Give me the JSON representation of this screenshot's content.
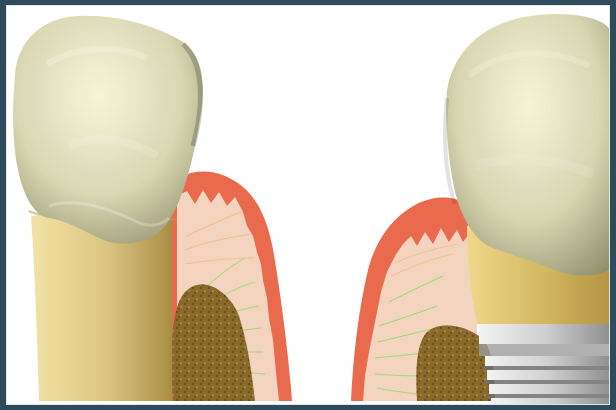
{
  "scene": {
    "description_items": [
      "natural-tooth",
      "gum-tissue-left",
      "gum-tissue-right",
      "bone-left",
      "bone-right",
      "implant-crown",
      "implant-abutment",
      "implant-screw"
    ],
    "colors": {
      "frame": "#2f4a5a",
      "background": "#ffffff",
      "crown": "#d8d7b0",
      "root": "#d8c27e",
      "gum_outer": "#ea6a4e",
      "gum_inner": "#f4d4bf",
      "bone": "#8c6a2a",
      "abutment": "#d7be6c",
      "screw": "#d4d4d4"
    }
  }
}
